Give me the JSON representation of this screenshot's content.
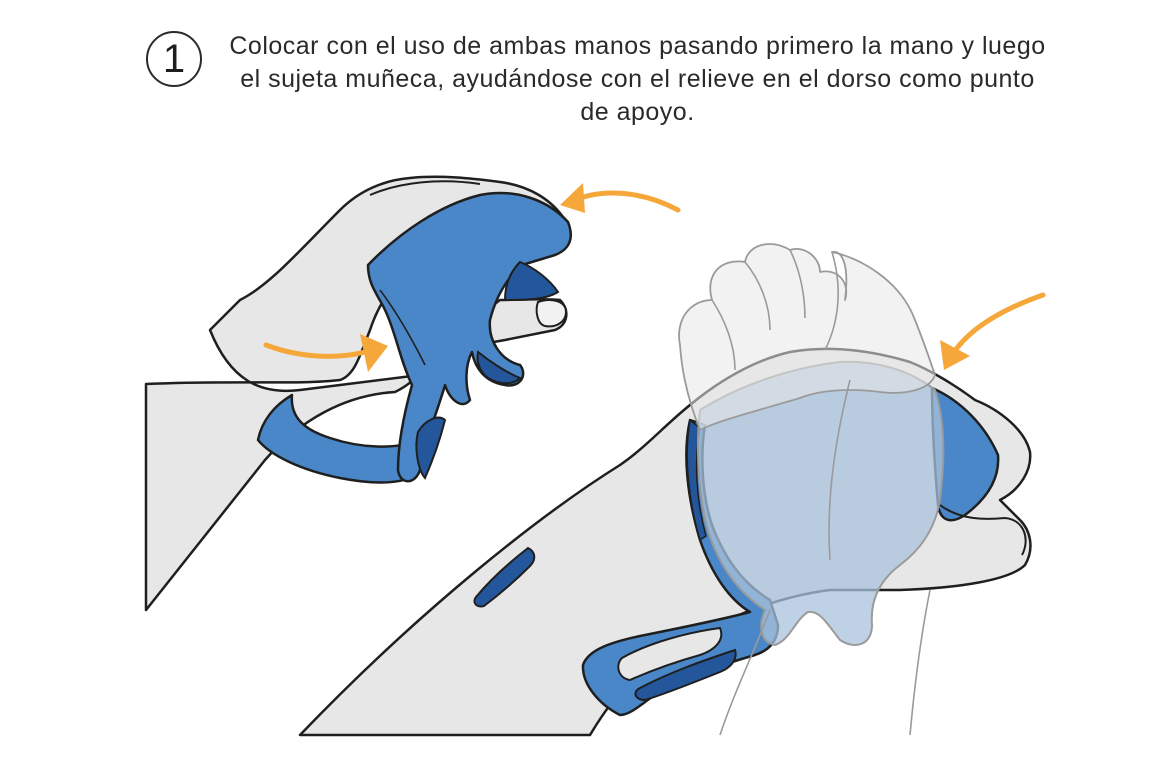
{
  "step": {
    "number": "1",
    "instruction": "Colocar con el uso de ambas manos pasando primero la mano y luego el sujeta muñeca, ayudándose con el relieve en el dorso como punto de apoyo."
  },
  "colors": {
    "skin": "#e7e7e8",
    "outline": "#1f1f1f",
    "brace_blue": "#4a87c8",
    "brace_dark_blue": "#23569a",
    "arrow_orange": "#f6a73a",
    "ghost_outline": "#9a9a9a",
    "ghost_fill": "#a9c3dc"
  },
  "icons": [
    "step-number-badge",
    "curved-arrow-icon"
  ]
}
